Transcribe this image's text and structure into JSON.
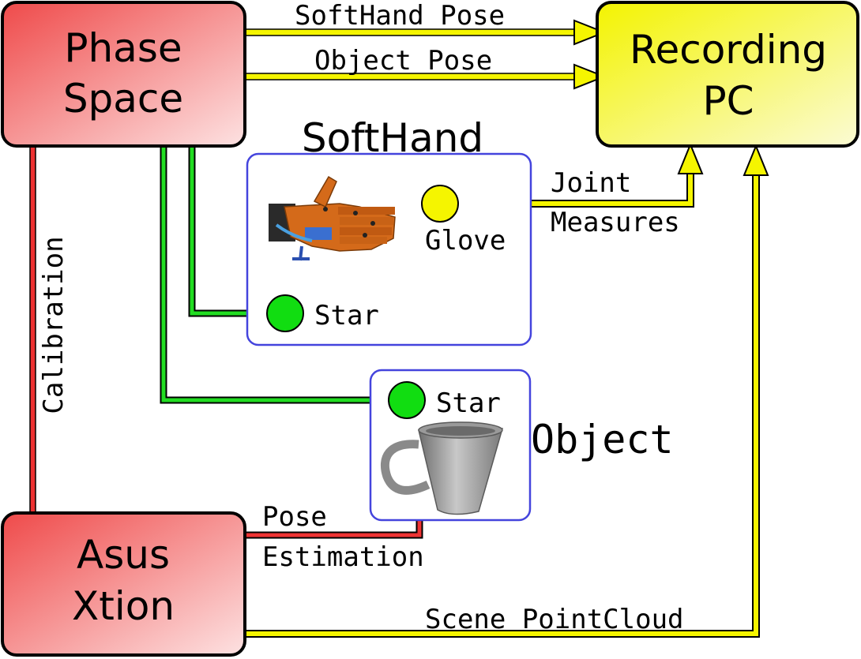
{
  "nodes": {
    "phase_space": [
      "Phase",
      "Space"
    ],
    "recording_pc": [
      "Recording",
      "PC"
    ],
    "asus_xtion": [
      "Asus",
      "Xtion"
    ],
    "softhand_title": "SoftHand",
    "object_title": "Object",
    "glove": "Glove",
    "softhand_star": "Star",
    "object_star": "Star"
  },
  "edges": {
    "softhand_pose": "SoftHand Pose",
    "object_pose": "Object Pose",
    "joint_measures": [
      "Joint",
      "Measures"
    ],
    "calibration": "Calibration",
    "pose_estimation": [
      "Pose",
      "Estimation"
    ],
    "scene_pointcloud": "Scene PointCloud"
  },
  "images": {
    "softhand": "robotic-hand-photo",
    "object": "mug-3d-model"
  },
  "colors": {
    "phase_box": "#ef4a4a",
    "recording_box": "#f3f300",
    "yellow_link": "#f5f500",
    "green_link": "#22dd22",
    "red_link": "#ee3333",
    "group_border": "#4444dd"
  }
}
